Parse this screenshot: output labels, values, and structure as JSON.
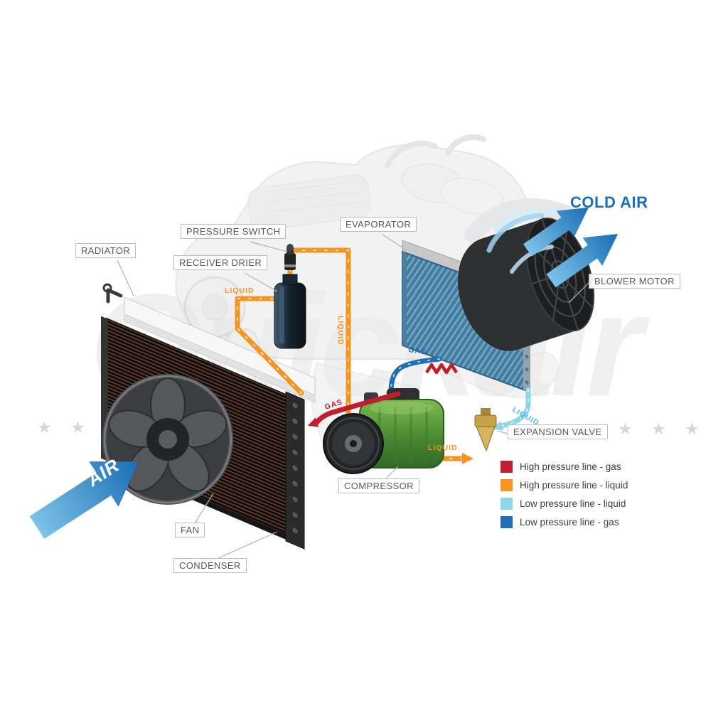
{
  "watermark": {
    "text": "Quickair",
    "stars_left": "★ ★ ★ ★",
    "stars_right": "★ ★ ★ ★"
  },
  "labels": {
    "radiator": "RADIATOR",
    "pressure_switch": "PRESSURE SWITCH",
    "receiver_drier": "RECEIVER DRIER",
    "evaporator": "EVAPORATOR",
    "blower_motor": "BLOWER MOTOR",
    "cold_air": "COLD AIR",
    "expansion_valve": "EXPANSION VALVE",
    "compressor": "COMPRESSOR",
    "fan": "FAN",
    "condenser": "CONDENSER",
    "air": "AIR"
  },
  "pipe_labels": {
    "condenser_to_drier": "LIQUID",
    "drier_to_valve_vertical": "LIQUID",
    "to_expansion_valve": "LIQUID",
    "evaporator_to_compressor": "GAS",
    "compressor_to_condenser": "GAS",
    "valve_to_evaporator": "LIQUID"
  },
  "legend": {
    "items": [
      {
        "label": "High pressure line - gas",
        "color": "#be1e2d"
      },
      {
        "label": "High pressure line - liquid",
        "color": "#f7941e"
      },
      {
        "label": "Low pressure line - liquid",
        "color": "#8cd6e8"
      },
      {
        "label": "Low pressure line -  gas",
        "color": "#1f6fb2"
      }
    ]
  },
  "colors": {
    "high_pressure_gas": "#be1e2d",
    "high_pressure_liquid": "#f7941e",
    "low_pressure_liquid": "#8cd6e8",
    "low_pressure_gas": "#1f6fb2",
    "air_arrow": "#1b6db5",
    "cold_air_text": "#1a6fba"
  }
}
